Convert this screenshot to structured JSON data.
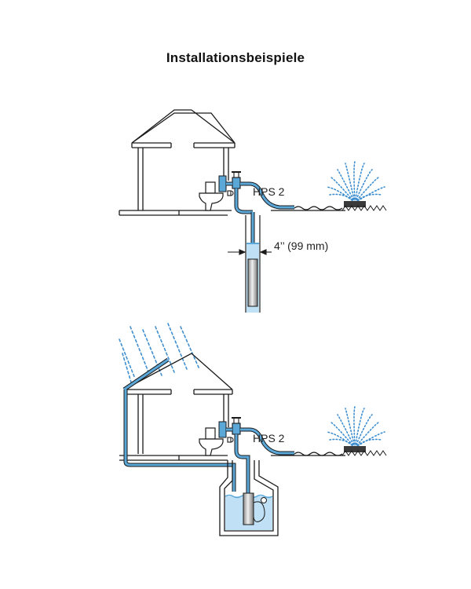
{
  "title": "Installationsbeispiele",
  "diagram_top": {
    "pump_label": "HPS 2",
    "well_label": "4’’ (99 mm)"
  },
  "diagram_bottom": {
    "pump_label": "HPS 2"
  },
  "colors": {
    "line": "#1a1a1a",
    "water_pipe": "#5aa7d8",
    "water_fill": "#bfe0f5",
    "spray": "#3f8fd0"
  }
}
